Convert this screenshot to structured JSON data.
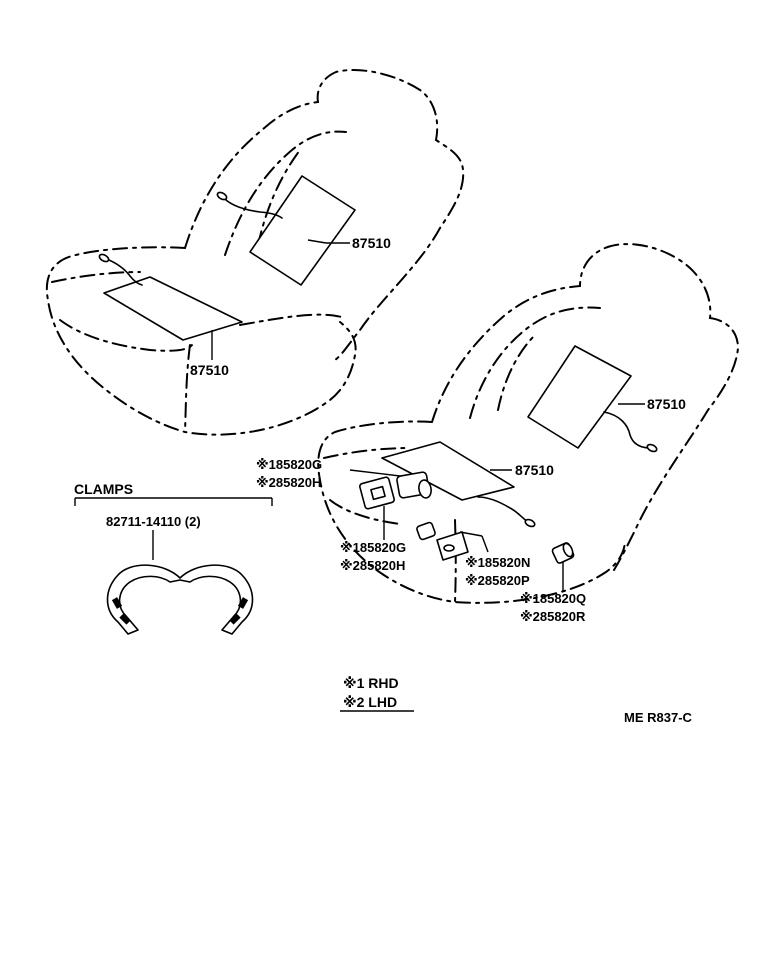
{
  "labels": {
    "heater_upper_left": "87510",
    "heater_lower_left": "87510",
    "heater_back_right": "87510",
    "heater_cushion_right": "87510",
    "switch_top_rhd": "※185820G",
    "switch_top_lhd": "※285820H",
    "switch_mid_rhd": "※185820G",
    "switch_mid_lhd": "※285820H",
    "switch_n_rhd": "※185820N",
    "switch_p_lhd": "※285820P",
    "switch_q_rhd": "※185820Q",
    "switch_r_lhd": "※285820R"
  },
  "clamps": {
    "title": "CLAMPS",
    "part": "82711-14110 (2)"
  },
  "legend": {
    "rhd": "※1 RHD",
    "lhd": "※2 LHD"
  },
  "ref": "ME R837-C"
}
